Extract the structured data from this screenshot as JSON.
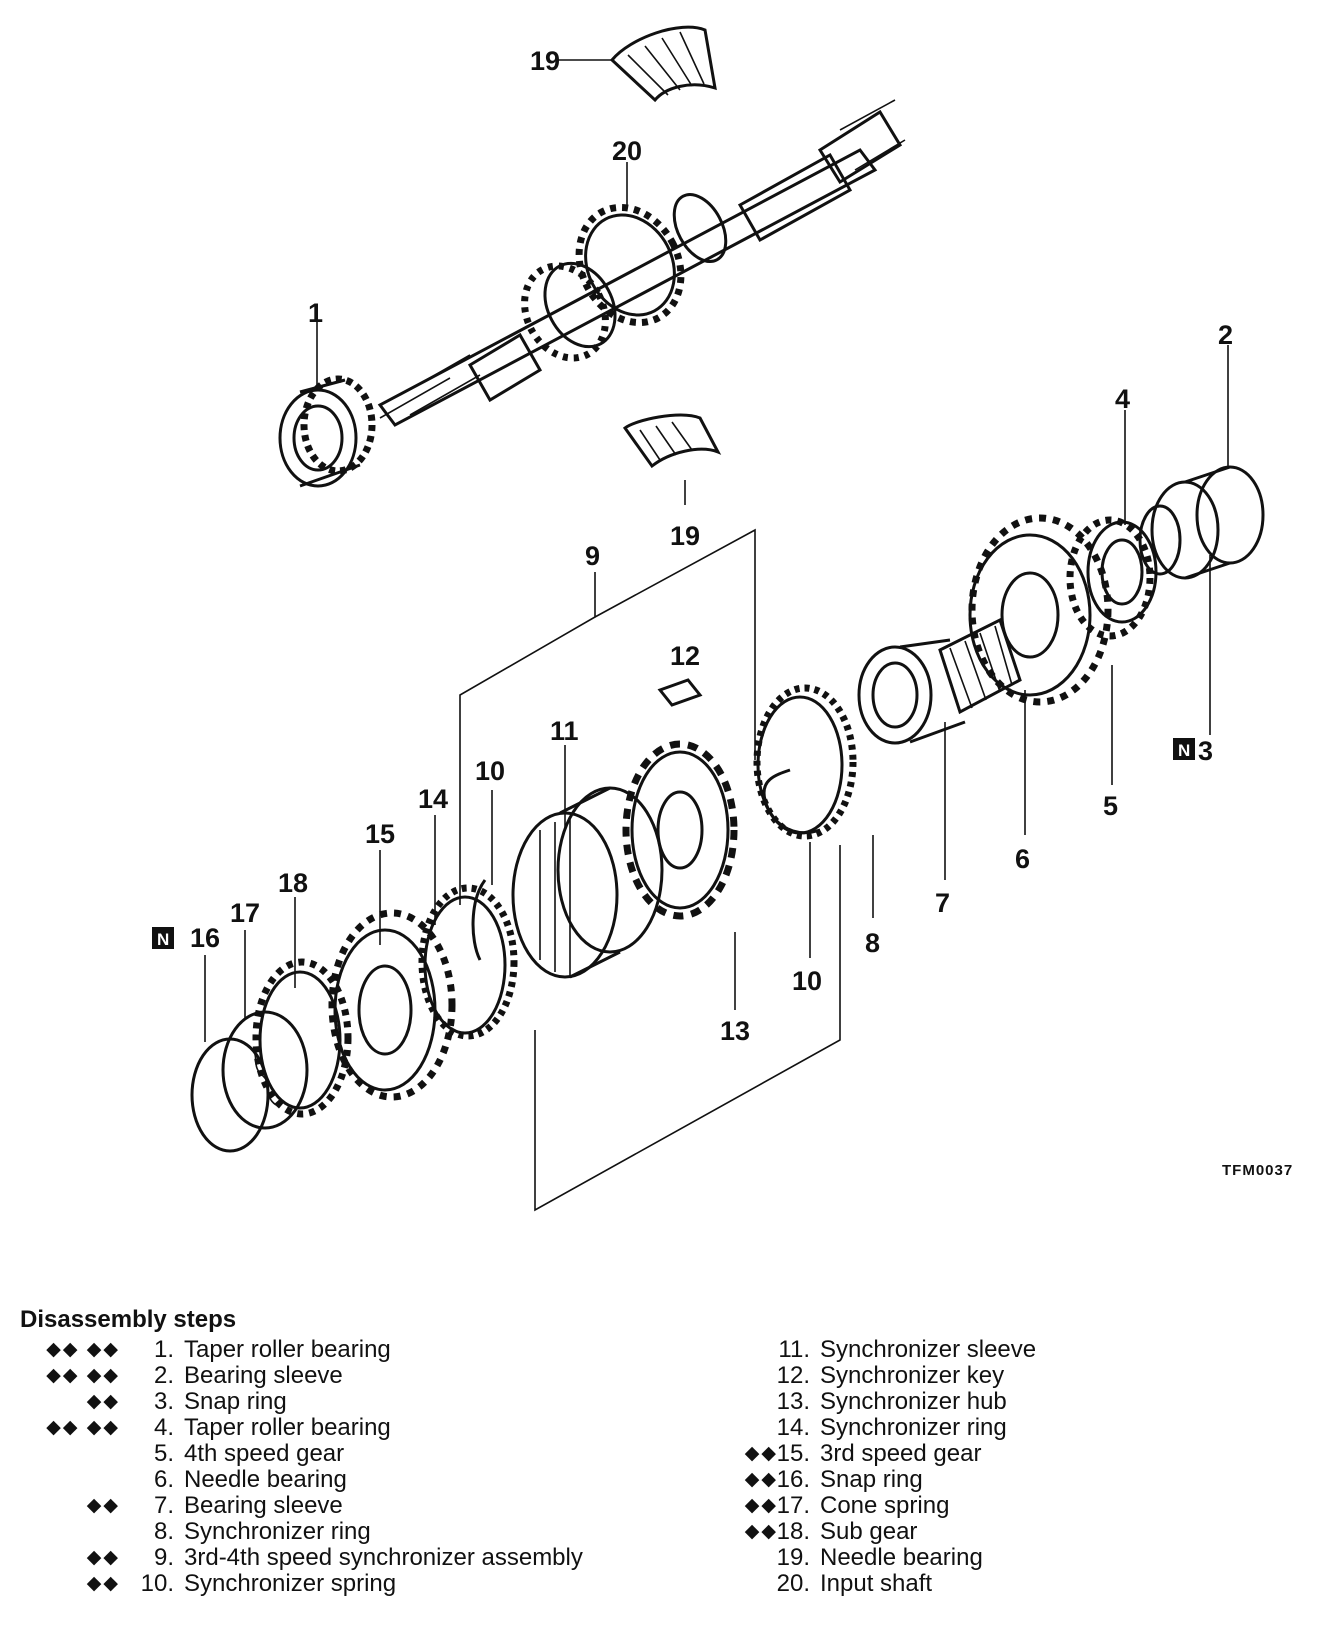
{
  "figure_id": "TFM0037",
  "callouts": {
    "c1": "1",
    "c2": "2",
    "c3": "3",
    "c4": "4",
    "c5": "5",
    "c6": "6",
    "c7": "7",
    "c8": "8",
    "c9": "9",
    "c10a": "10",
    "c10b": "10",
    "c11": "11",
    "c12": "12",
    "c13": "13",
    "c14": "14",
    "c15": "15",
    "c16": "16",
    "c17": "17",
    "c18": "18",
    "c19a": "19",
    "c19b": "19",
    "c20": "20"
  },
  "badge_text": "N",
  "disassembly": {
    "title": "Disassembly steps",
    "left": [
      {
        "sym": "◆◆ ◆◆",
        "num": "1.",
        "label": "Taper roller bearing"
      },
      {
        "sym": "◆◆ ◆◆",
        "num": "2.",
        "label": "Bearing sleeve"
      },
      {
        "sym": "◆◆",
        "num": "3.",
        "label": "Snap ring"
      },
      {
        "sym": "◆◆ ◆◆",
        "num": "4.",
        "label": "Taper roller bearing"
      },
      {
        "sym": "",
        "num": "5.",
        "label": "4th speed gear"
      },
      {
        "sym": "",
        "num": "6.",
        "label": "Needle bearing"
      },
      {
        "sym": "◆◆",
        "num": "7.",
        "label": "Bearing sleeve"
      },
      {
        "sym": "",
        "num": "8.",
        "label": "Synchronizer ring"
      },
      {
        "sym": "◆◆",
        "num": "9.",
        "label": "3rd-4th speed synchronizer assembly"
      },
      {
        "sym": "◆◆",
        "num": "10.",
        "label": "Synchronizer spring"
      }
    ],
    "right": [
      {
        "sym": "",
        "num": "11.",
        "label": "Synchronizer sleeve"
      },
      {
        "sym": "",
        "num": "12.",
        "label": "Synchronizer key"
      },
      {
        "sym": "",
        "num": "13.",
        "label": "Synchronizer hub"
      },
      {
        "sym": "",
        "num": "14.",
        "label": "Synchronizer ring"
      },
      {
        "sym": "◆◆",
        "num": "15.",
        "label": "3rd speed gear"
      },
      {
        "sym": "◆◆",
        "num": "16.",
        "label": "Snap ring"
      },
      {
        "sym": "◆◆",
        "num": "17.",
        "label": "Cone spring"
      },
      {
        "sym": "◆◆",
        "num": "18.",
        "label": "Sub gear"
      },
      {
        "sym": "",
        "num": "19.",
        "label": "Needle bearing"
      },
      {
        "sym": "",
        "num": "20.",
        "label": "Input shaft"
      }
    ]
  }
}
